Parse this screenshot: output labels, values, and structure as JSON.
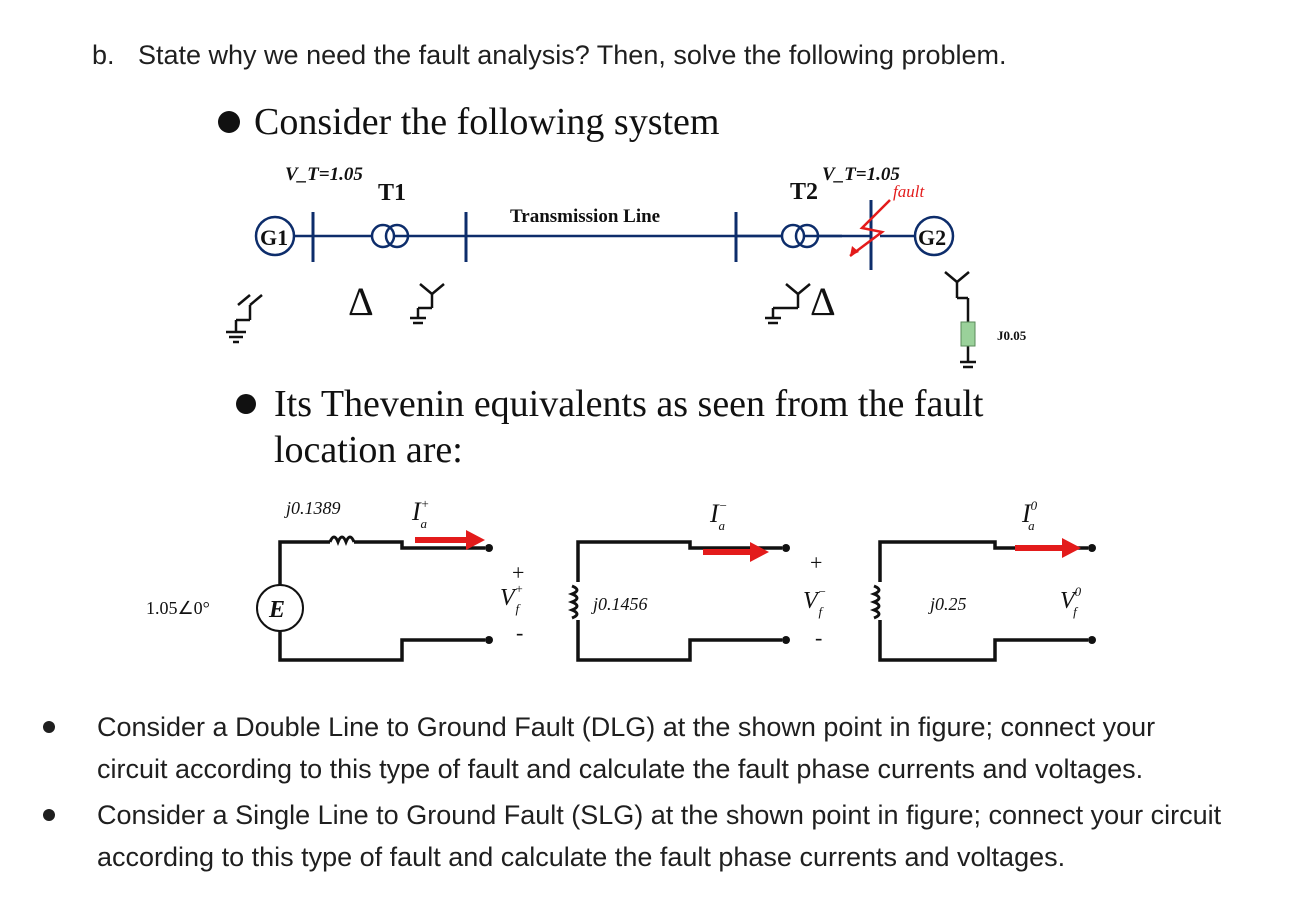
{
  "heading": {
    "number": "b.",
    "text": "State why we need the fault analysis? Then, solve the following problem."
  },
  "bullet1": "Consider the following system",
  "system": {
    "vt_left": "V_T=1.05",
    "t1_label": "T1",
    "g1_label": "G1",
    "line_label": "Transmission Line",
    "t2_label": "T2",
    "vt_right": "V_T=1.05",
    "fault_label": "fault",
    "g2_label": "G2",
    "impedance_label": "J0.05",
    "delta_symbol": "Δ"
  },
  "bullet2": {
    "line1": "Its Thevenin equivalents as seen from the fault",
    "line2": "location are:"
  },
  "thevenin": {
    "pos_impedance": "j0.1389",
    "source_value": "1.05∠0°",
    "source_label": "E",
    "neg_impedance": "j0.1456",
    "zero_impedance": "j0.25",
    "current_symbol": "I",
    "current_sub": "a",
    "pos_sup": "+",
    "neg_sup": "−",
    "zero_sup": "0",
    "voltage_symbol": "V",
    "voltage_sub": "f",
    "plus_sign": "+",
    "minus_sign": "-"
  },
  "questions": [
    {
      "line1": "Consider a Double Line to Ground Fault (DLG) at the shown point in figure; connect your",
      "line2": "circuit according to this type of fault and calculate the fault phase currents and voltages."
    },
    {
      "line1": "Consider a Single Line to Ground Fault (SLG) at the shown point in figure; connect your circuit",
      "line2": "according to this type of fault and calculate the fault phase currents and voltages."
    }
  ],
  "colors": {
    "wire": "#0d2d6b",
    "arrow": "#e31b1b",
    "load": "#9ad19a"
  }
}
